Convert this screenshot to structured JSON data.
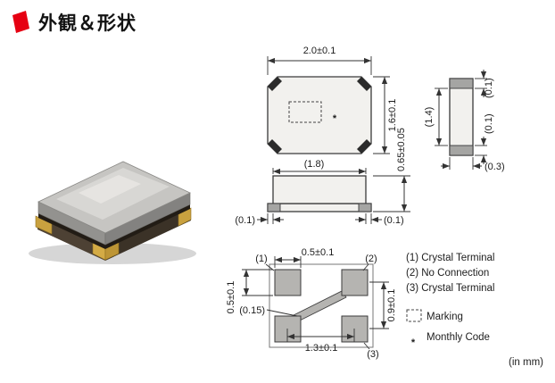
{
  "header": {
    "title": "外観＆形状"
  },
  "colors": {
    "accent": "#e60012",
    "line": "#333333",
    "metal_cap": "#a5a5a3",
    "pad_gray": "#b5b4b1"
  },
  "views": {
    "top": {
      "width": "2.0±0.1",
      "height": "1.6±0.1",
      "lid_width": "(1.8)",
      "thickness": "0.65±0.05",
      "mark": "*"
    },
    "side": {
      "left_step": "(0.1)",
      "right_step": "(0.1)"
    },
    "end": {
      "cap_top": "(0.1)",
      "cap_bottom": "(0.1)",
      "body": "(1.4)",
      "terminal": "(0.3)"
    },
    "land": {
      "pad_width": "0.5±0.1",
      "pad_height": "0.5±0.1",
      "gap": "(0.15)",
      "pitch_vertical": "0.9±0.1",
      "pitch_horizontal": "1.3±0.1",
      "pin1": "(1)",
      "pin2": "(2)",
      "pin3": "(3)"
    }
  },
  "legend": {
    "items": [
      "(1) Crystal Terminal",
      "(2) No Connection",
      "(3) Crystal Terminal"
    ],
    "marking_label": "Marking",
    "monthly_code_symbol": "*",
    "monthly_code_label": "Monthly Code",
    "unit_note": "(in mm)"
  }
}
